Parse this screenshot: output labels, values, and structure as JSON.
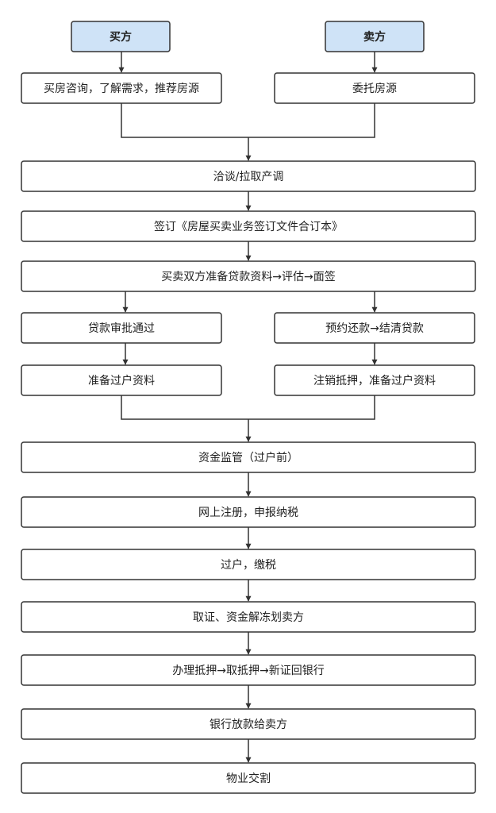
{
  "diagram": {
    "colors": {
      "box_fill": "#ffffff",
      "box_stroke": "#333333",
      "header_fill": "#cfe3f7",
      "connector": "#333333",
      "text": "#222222"
    },
    "nodes": [
      {
        "id": "buyer",
        "label": "买方",
        "kind": "header"
      },
      {
        "id": "seller",
        "label": "卖方",
        "kind": "header"
      },
      {
        "id": "buyer-consult",
        "label": "买房咨询，了解需求，推荐房源",
        "kind": "box"
      },
      {
        "id": "seller-list",
        "label": "委托房源",
        "kind": "box"
      },
      {
        "id": "negotiate",
        "label": "洽谈/拉取产调",
        "kind": "box"
      },
      {
        "id": "sign",
        "label": "签订《房屋买卖业务签订文件合订本》",
        "kind": "box"
      },
      {
        "id": "prepare-loan",
        "label": "买卖双方准备贷款资料→评估→面签",
        "kind": "box"
      },
      {
        "id": "loan-approved",
        "label": "贷款审批通过",
        "kind": "box"
      },
      {
        "id": "repay-loan",
        "label": "预约还款→结清贷款",
        "kind": "box"
      },
      {
        "id": "buyer-docs",
        "label": "准备过户资料",
        "kind": "box"
      },
      {
        "id": "seller-docs",
        "label": "注销抵押，准备过户资料",
        "kind": "box"
      },
      {
        "id": "escrow",
        "label": "资金监管（过户前）",
        "kind": "box"
      },
      {
        "id": "online-reg",
        "label": "网上注册，申报纳税",
        "kind": "box"
      },
      {
        "id": "transfer",
        "label": "过户，缴税",
        "kind": "box"
      },
      {
        "id": "certificate",
        "label": "取证、资金解冻划卖方",
        "kind": "box"
      },
      {
        "id": "mortgage",
        "label": "办理抵押→取抵押→新证回银行",
        "kind": "box"
      },
      {
        "id": "bank-release",
        "label": "银行放款给卖方",
        "kind": "box"
      },
      {
        "id": "handover",
        "label": "物业交割",
        "kind": "box"
      }
    ]
  }
}
